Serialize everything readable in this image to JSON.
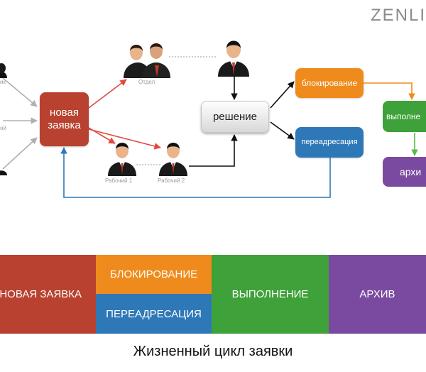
{
  "logo": "ZENLIX",
  "nodes": {
    "new_ticket": "новая заявка",
    "decision": "решение",
    "blocking": "блокирование",
    "redirect": "переадресация",
    "execution": "выполне",
    "archive": "архи"
  },
  "labels": {
    "department": "Отдел",
    "worker1": "Рабочий 1",
    "worker2": "Рабочий 2",
    "left_caption_top": "ик",
    "left_caption_mid": "ой"
  },
  "lifecycle": {
    "new_ticket": "НОВАЯ ЗАЯВКА",
    "blocking": "БЛОКИРОВАНИЕ",
    "redirect": "ПЕРЕАДРЕСАЦИЯ",
    "execution": "ВЫПОЛНЕНИЕ",
    "archive": "АРХИВ"
  },
  "footer_title": "Жизненный цикл заявки",
  "colors": {
    "new_ticket": "#b8412f",
    "blocking": "#ef8b1c",
    "redirect": "#2e78b7",
    "execution": "#3fa13a",
    "archive": "#7a4aa0",
    "arrow_red": "#e04a3c",
    "arrow_gray": "#b0b0b0",
    "arrow_black": "#111111",
    "arrow_blue": "#2e78b7",
    "arrow_orange": "#ef8b1c",
    "arrow_green": "#5cb84a"
  }
}
